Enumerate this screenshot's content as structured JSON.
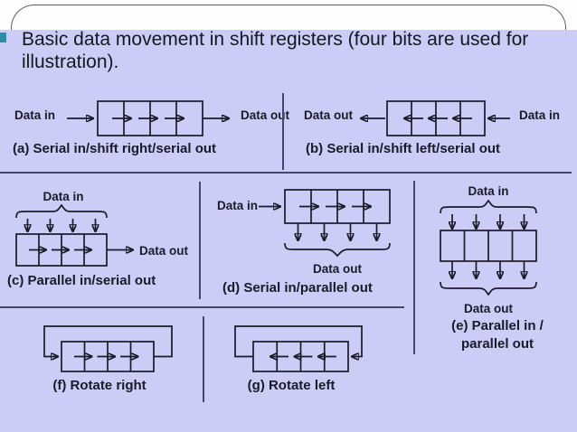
{
  "slide_title": "Basic data movement in shift registers (four bits are used for illustration).",
  "colors": {
    "panel_background": "#ccccf6",
    "ink": "#1a1a28",
    "bullet_accent": "#2d8ca6",
    "divider": "#45456a"
  },
  "labels": {
    "data_in": "Data in",
    "data_out": "Data out"
  },
  "diagrams": {
    "a": {
      "caption": "(a) Serial in/shift right/serial out"
    },
    "b": {
      "caption": "(b) Serial in/shift left/serial out"
    },
    "c": {
      "caption": "(c) Parallel in/serial out"
    },
    "d": {
      "caption": "(d) Serial in/parallel out"
    },
    "e": {
      "caption_line1": "(e) Parallel in /",
      "caption_line2": "parallel out"
    },
    "f": {
      "caption": "(f) Rotate right"
    },
    "g": {
      "caption": "(g) Rotate left"
    }
  }
}
